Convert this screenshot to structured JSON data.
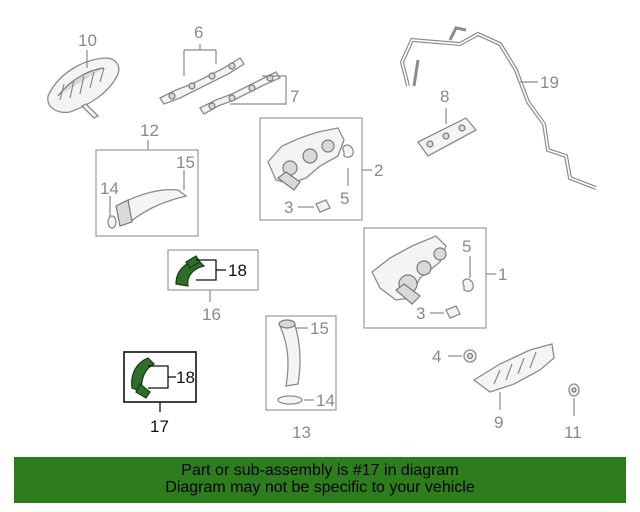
{
  "diagram": {
    "callouts": {
      "c1": "1",
      "c2": "2",
      "c3a": "3",
      "c3b": "3",
      "c4": "4",
      "c5a": "5",
      "c5b": "5",
      "c6": "6",
      "c7": "7",
      "c8": "8",
      "c9": "9",
      "c10": "10",
      "c11": "11",
      "c12": "12",
      "c13": "13",
      "c14a": "14",
      "c14b": "14",
      "c15a": "15",
      "c15b": "15",
      "c16": "16",
      "c17": "17",
      "c18a": "18",
      "c18b": "18",
      "c19": "19"
    },
    "highlight_color": "#2f6e2a"
  },
  "banner": {
    "line1": "Part or sub-assembly is #17 in diagram",
    "line2": "Diagram may not be specific to your vehicle",
    "background": "#2e7d1c"
  }
}
